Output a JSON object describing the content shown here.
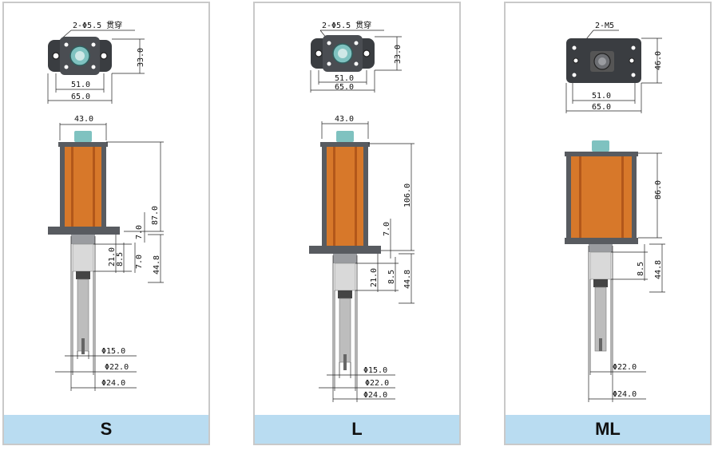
{
  "colors": {
    "body_orange": "#d7782a",
    "body_orange_dark": "#b2571a",
    "frame_grey": "#585b60",
    "connector_teal": "#7fc2c0",
    "footer_blue": "#b9dcf1",
    "card_border": "#c9c9c9"
  },
  "panels": [
    {
      "label": "S",
      "top_view": {
        "holes": "2-Φ5.5 贯穿",
        "width_inner": "51.0",
        "width_outer": "65.0",
        "height": "33.0"
      },
      "side_view": {
        "body_width": "43.0",
        "body_height": "87.0",
        "flange_gap": "7.0",
        "seg_a": "21.0",
        "seg_b": "8.5",
        "seg_c": "7.0",
        "lower_length": "44.8",
        "d1": "Φ15.0",
        "d2": "Φ22.0",
        "d3": "Φ24.0"
      }
    },
    {
      "label": "L",
      "top_view": {
        "holes": "2-Φ5.5 贯穿",
        "width_inner": "51.0",
        "width_outer": "65.0",
        "height": "33.0"
      },
      "side_view": {
        "body_width": "43.0",
        "body_height": "106.0",
        "flange_gap": "7.0",
        "seg_a": "21.0",
        "seg_b": "8.5",
        "lower_length": "44.8",
        "d1": "Φ15.0",
        "d2": "Φ22.0",
        "d3": "Φ24.0"
      }
    },
    {
      "label": "ML",
      "top_view": {
        "holes": "2-M5",
        "width_inner": "51.0",
        "width_outer": "65.0",
        "height": "46.0"
      },
      "side_view": {
        "body_height": "86.0",
        "seg_b": "8.5",
        "lower_length": "44.8",
        "d2": "Φ22.0",
        "d3": "Φ24.0"
      }
    }
  ]
}
